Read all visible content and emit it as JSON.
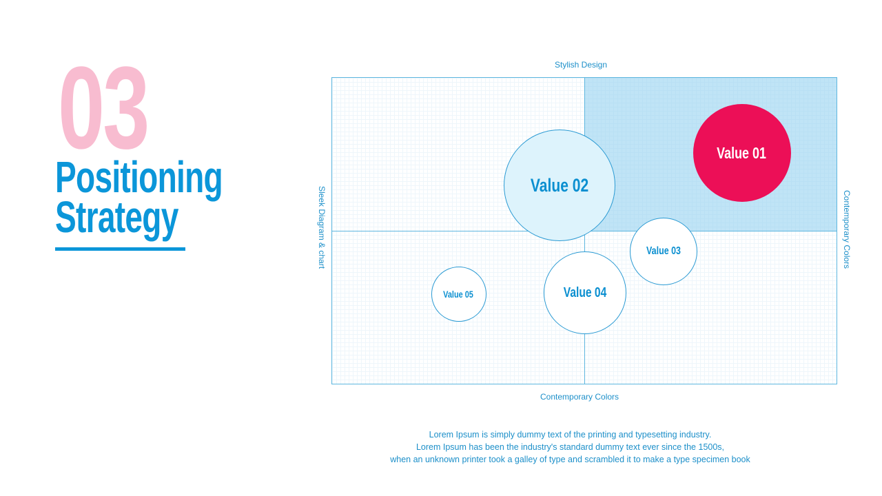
{
  "slide": {
    "number": "03",
    "title_line1": "Positioning",
    "title_line2": "Strategy",
    "description": [
      "Lorem Ipsum is simply dummy text of the printing and typesetting industry.",
      "Lorem Ipsum has been the industry's standard dummy text ever since the 1500s,",
      "when an unknown printer took a galley of type and scrambled it to make a  type specimen book"
    ]
  },
  "colors": {
    "accent": "#0B96D9",
    "highlight": "#EC0F57",
    "number": "#F8BCD0",
    "quadrant": "#BEE5F7"
  },
  "chart_data": {
    "type": "scatter",
    "subtype": "bubble",
    "labels": {
      "top": "Stylish  Design",
      "bottom": "Contemporary Colors",
      "left": "Sleek Diagram & chart",
      "right": "Contemporary Colors"
    },
    "xlim": [
      -1,
      1
    ],
    "ylim": [
      -1,
      1
    ],
    "grid": true,
    "highlighted_quadrant": "top-right",
    "points": [
      {
        "label": "Value 01",
        "x": 0.62,
        "y": 0.51,
        "size": 0.71,
        "fill": "#EC0F57",
        "text_color": "#FFFFFF"
      },
      {
        "label": "Value 02",
        "x": -0.1,
        "y": 0.3,
        "size": 0.81,
        "fill": "#DDF3FC",
        "text_color": "#0B8FD0"
      },
      {
        "label": "Value 03",
        "x": 0.31,
        "y": -0.13,
        "size": 0.49,
        "fill": "#FFFFFF",
        "text_color": "#0B8FD0"
      },
      {
        "label": "Value 04",
        "x": 0.0,
        "y": -0.4,
        "size": 0.6,
        "fill": "#FFFFFF",
        "text_color": "#0B8FD0"
      },
      {
        "label": "Value 05",
        "x": -0.5,
        "y": -0.41,
        "size": 0.4,
        "fill": "#FFFFFF",
        "text_color": "#0B8FD0"
      }
    ]
  }
}
